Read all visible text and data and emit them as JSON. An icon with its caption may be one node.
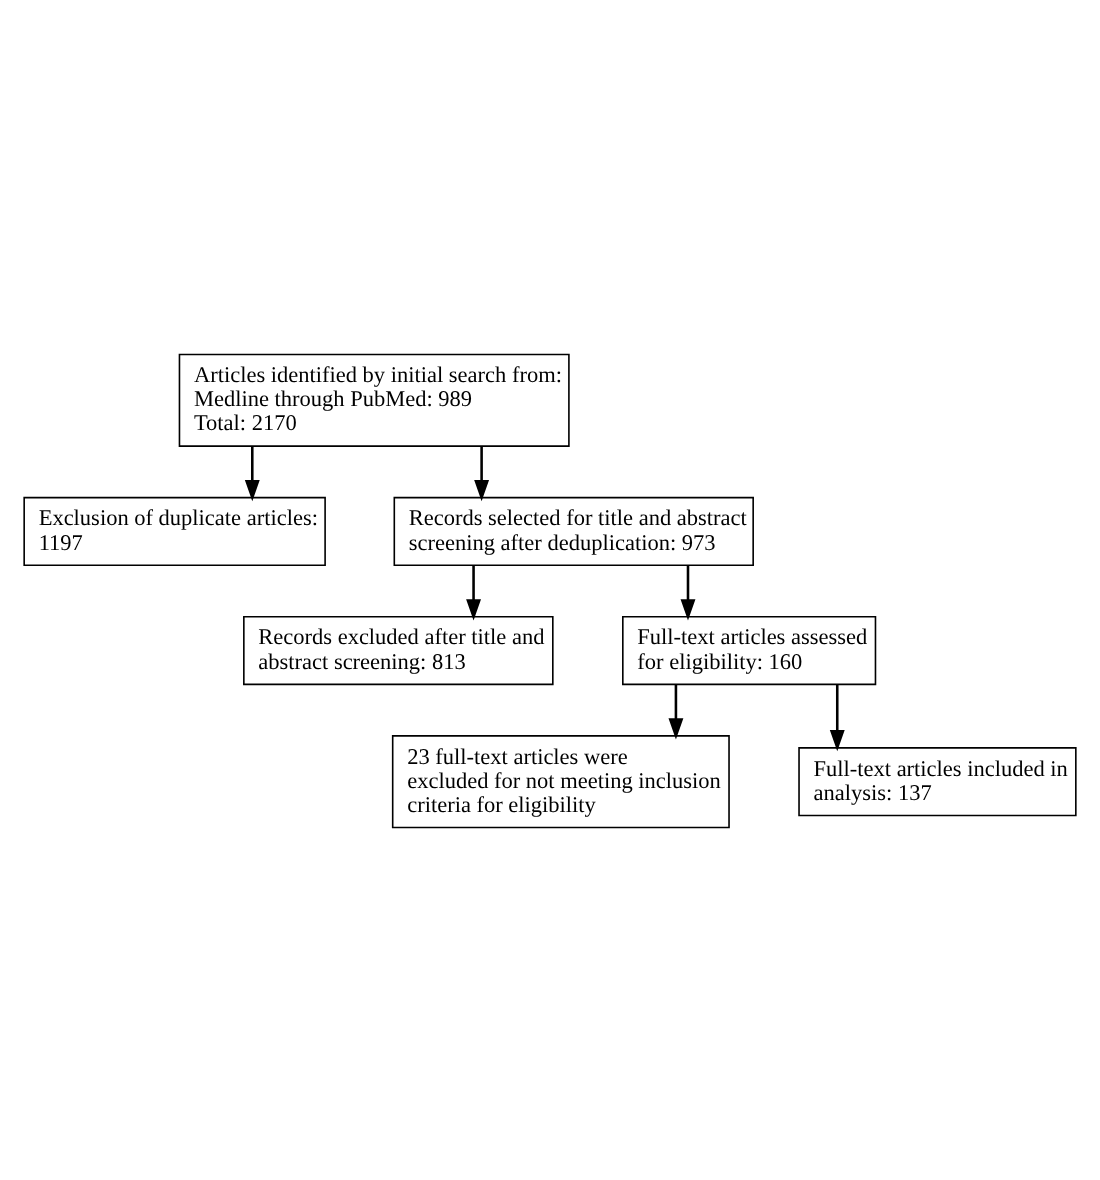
{
  "diagram": {
    "nodes": [
      {
        "text": [
          "Articles identified by initial search from:",
          "Medline through PubMed: 989",
          "Total: 2170"
        ]
      },
      {
        "text": [
          "Exclusion of duplicate articles: 1197"
        ]
      },
      {
        "text": [
          "Records selected for title and abstract screening after deduplication: 973"
        ]
      },
      {
        "text": [
          "Records excluded after title and abstract screening: 813"
        ]
      },
      {
        "text": [
          "Full-text articles assessed for eligibility: 160"
        ]
      },
      {
        "text": [
          "23 full-text articles were excluded for not meeting inclusion criteria for eligibility"
        ]
      },
      {
        "text": [
          "Full-text articles included in analysis: 137"
        ]
      }
    ],
    "edges": [
      {
        "from": 0,
        "to": 2,
        "arrow": "to"
      },
      {
        "from": 0,
        "to": 1,
        "arrow": "to"
      },
      {
        "from": 2,
        "to": 4,
        "arrow": "to"
      },
      {
        "from": 2,
        "to": 3,
        "arrow": "to"
      },
      {
        "from": 4,
        "to": 6,
        "arrow": "to"
      },
      {
        "from": 4,
        "to": 5,
        "arrow": "to"
      }
    ]
  }
}
